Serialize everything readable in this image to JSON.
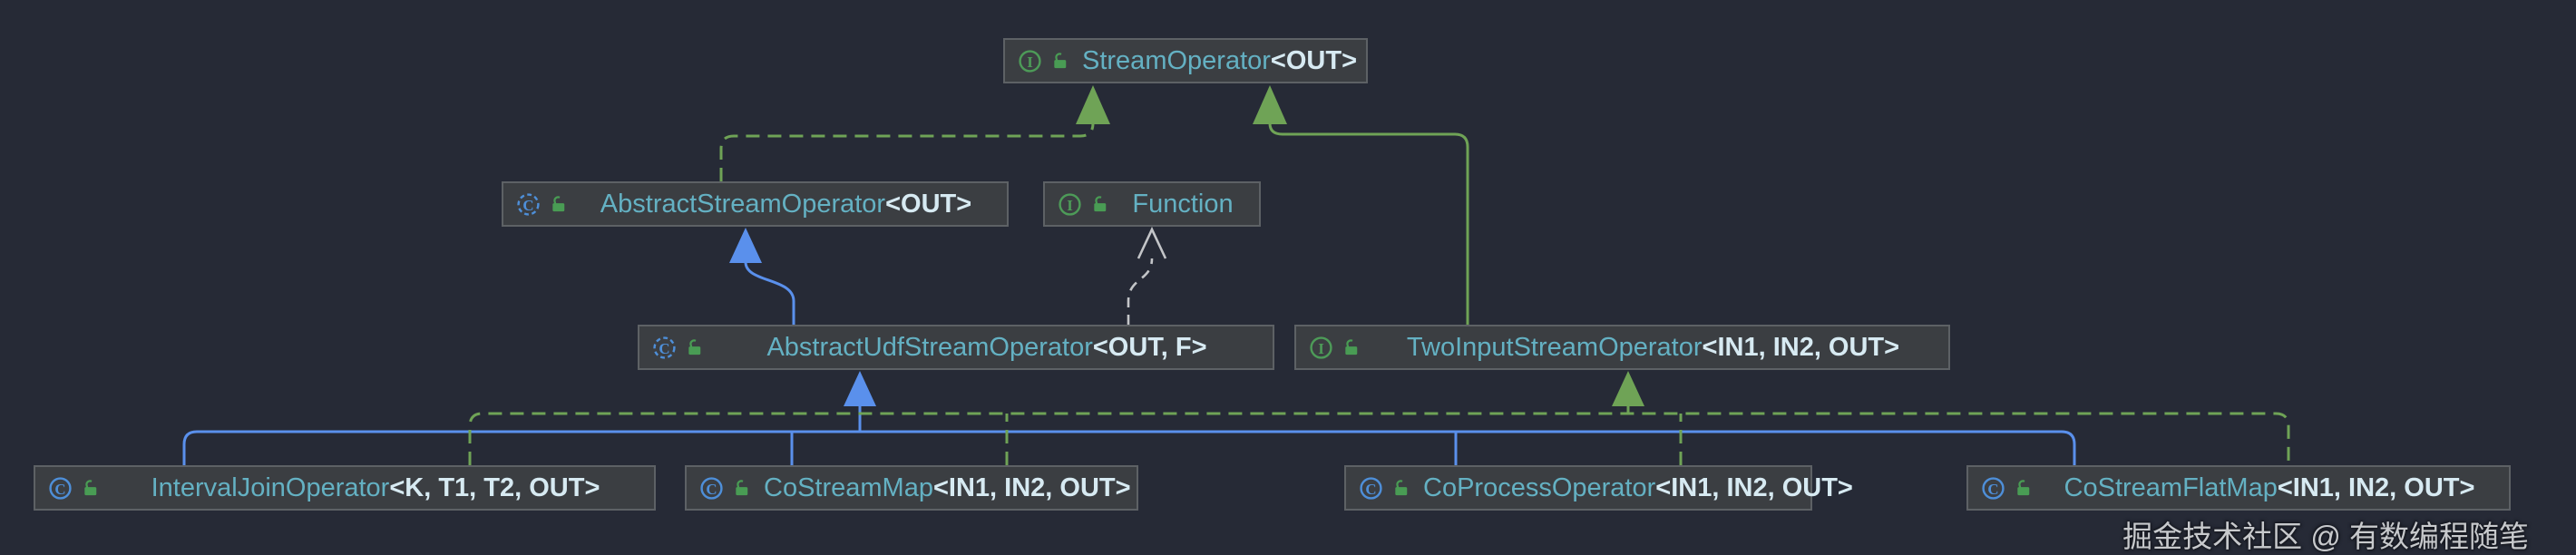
{
  "diagram": {
    "nodes": [
      {
        "id": "StreamOperator",
        "kind": "interface",
        "visibility": "public",
        "name": "StreamOperator",
        "generics": "<OUT>"
      },
      {
        "id": "AbstractStreamOperator",
        "kind": "abstract-class",
        "visibility": "public",
        "name": "AbstractStreamOperator",
        "generics": "<OUT>"
      },
      {
        "id": "Function",
        "kind": "interface",
        "visibility": "public",
        "name": "Function",
        "generics": ""
      },
      {
        "id": "AbstractUdfStreamOperator",
        "kind": "abstract-class",
        "visibility": "public",
        "name": "AbstractUdfStreamOperator",
        "generics": "<OUT, F>"
      },
      {
        "id": "TwoInputStreamOperator",
        "kind": "interface",
        "visibility": "public",
        "name": "TwoInputStreamOperator",
        "generics": "<IN1, IN2, OUT>"
      },
      {
        "id": "IntervalJoinOperator",
        "kind": "class",
        "visibility": "public",
        "name": "IntervalJoinOperator",
        "generics": "<K, T1, T2, OUT>"
      },
      {
        "id": "CoStreamMap",
        "kind": "class",
        "visibility": "public",
        "name": "CoStreamMap",
        "generics": "<IN1, IN2, OUT>"
      },
      {
        "id": "CoProcessOperator",
        "kind": "class",
        "visibility": "public",
        "name": "CoProcessOperator",
        "generics": "<IN1, IN2, OUT>"
      },
      {
        "id": "CoStreamFlatMap",
        "kind": "class",
        "visibility": "public",
        "name": "CoStreamFlatMap",
        "generics": "<IN1, IN2, OUT>"
      }
    ],
    "edges": [
      {
        "from": "AbstractStreamOperator",
        "to": "StreamOperator",
        "type": "implements",
        "style": "dashed-green"
      },
      {
        "from": "TwoInputStreamOperator",
        "to": "StreamOperator",
        "type": "extends",
        "style": "solid-green"
      },
      {
        "from": "AbstractUdfStreamOperator",
        "to": "AbstractStreamOperator",
        "type": "extends",
        "style": "solid-blue"
      },
      {
        "from": "AbstractUdfStreamOperator",
        "to": "Function",
        "type": "dependency",
        "style": "dashed-gray"
      },
      {
        "from": "IntervalJoinOperator",
        "to": "AbstractUdfStreamOperator",
        "type": "extends",
        "style": "solid-blue"
      },
      {
        "from": "CoStreamMap",
        "to": "AbstractUdfStreamOperator",
        "type": "extends",
        "style": "solid-blue"
      },
      {
        "from": "CoProcessOperator",
        "to": "AbstractUdfStreamOperator",
        "type": "extends",
        "style": "solid-blue"
      },
      {
        "from": "CoStreamFlatMap",
        "to": "AbstractUdfStreamOperator",
        "type": "extends",
        "style": "solid-blue"
      },
      {
        "from": "IntervalJoinOperator",
        "to": "TwoInputStreamOperator",
        "type": "implements",
        "style": "dashed-green"
      },
      {
        "from": "CoStreamMap",
        "to": "TwoInputStreamOperator",
        "type": "implements",
        "style": "dashed-green"
      },
      {
        "from": "CoProcessOperator",
        "to": "TwoInputStreamOperator",
        "type": "implements",
        "style": "dashed-green"
      },
      {
        "from": "CoStreamFlatMap",
        "to": "TwoInputStreamOperator",
        "type": "implements",
        "style": "dashed-green"
      }
    ],
    "colors": {
      "background": "#262a36",
      "node_fill": "#3b3e42",
      "node_border": "#5d6165",
      "class_name": "#64b1c3",
      "generic_text": "#d7eaf2",
      "edge_extends_blue": "#5a90ec",
      "edge_interface_green": "#6fa356",
      "edge_dependency_gray": "#c3c5c8",
      "icon_interface_green": "#4d9b58",
      "icon_class_blue": "#4e8fd9",
      "icon_lock_green": "#499c54",
      "watermark": "#c7c9cc"
    }
  },
  "watermark": {
    "text": "掘金技术社区 @ 有数编程随笔"
  }
}
